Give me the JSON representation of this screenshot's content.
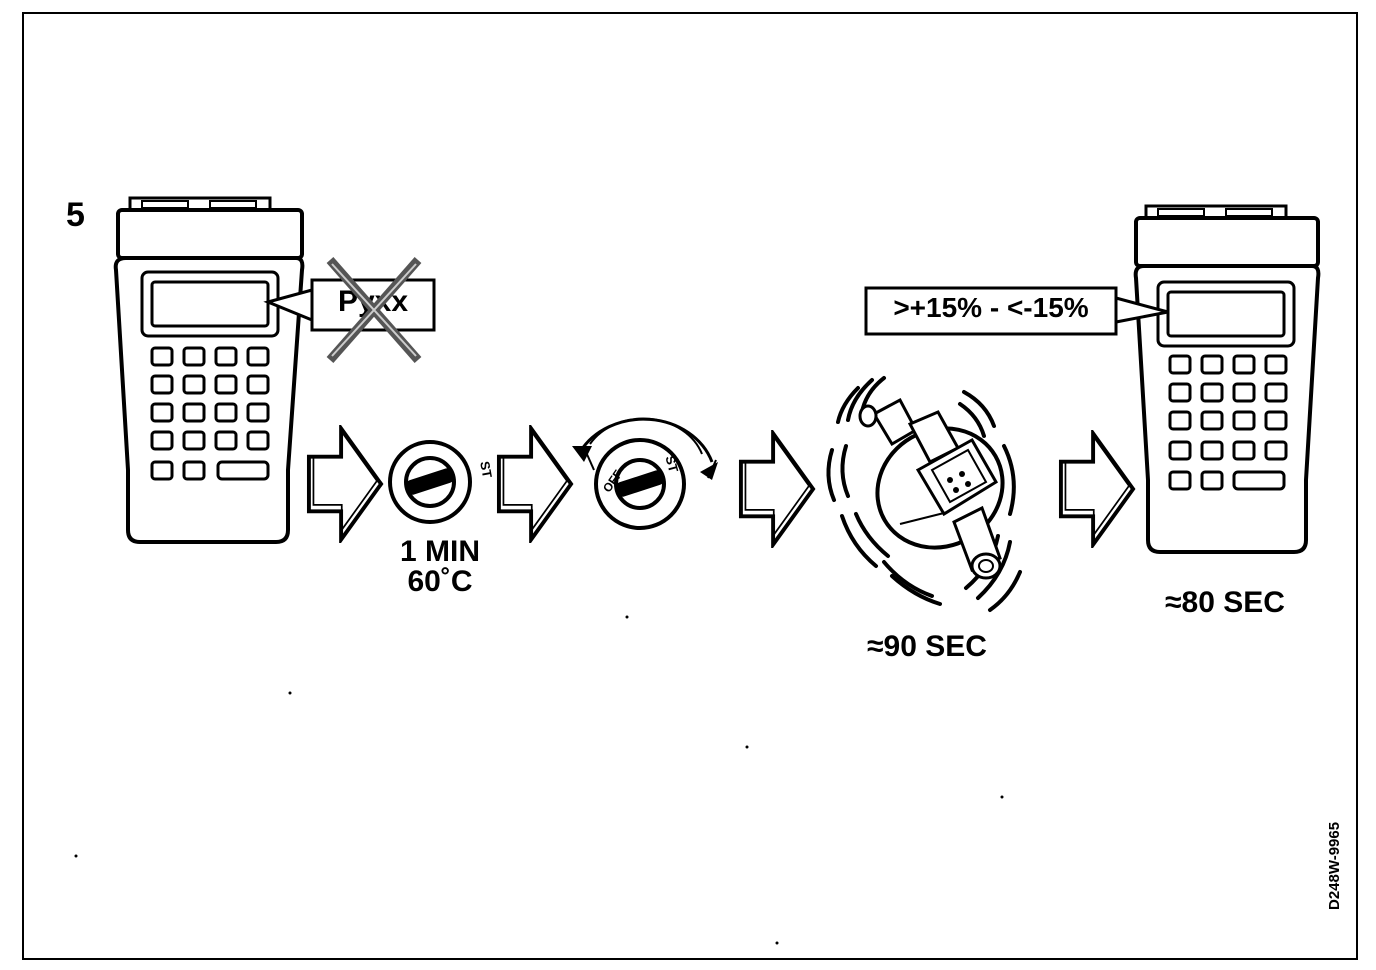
{
  "diagram": {
    "step_number": "5",
    "tester_left": {
      "display_text": "Pyxx",
      "crossed_out": true
    },
    "ignition_key_1": {
      "marking": "ST",
      "time": "1 MIN",
      "temperature": "60˚C"
    },
    "ignition_key_2": {
      "marking_off": "OFF",
      "marking_st": "ST"
    },
    "pump": {
      "time": "≈90 SEC"
    },
    "tester_right": {
      "display_text": ">+15% - <-15%",
      "time": "≈80 SEC"
    },
    "reference_code": "D248W-9965"
  }
}
